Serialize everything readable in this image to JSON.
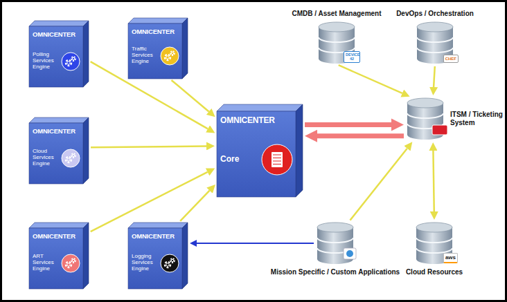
{
  "diagram": {
    "nodes": [
      {
        "text": [
          "OMNICENTER",
          "Polling Services Engine"
        ]
      },
      {
        "text": [
          "OMNICENTER",
          "Traffic Services Engine"
        ]
      },
      {
        "text": [
          "CMDB / Asset Management",
          "DEVICE 42"
        ]
      },
      {
        "text": [
          "DevOps / Orchestration",
          "CHEF"
        ]
      },
      {
        "text": [
          "OMNICENTER",
          "Cloud Services Engine"
        ]
      },
      {
        "text": [
          "OMNICENTER",
          "Core"
        ]
      },
      {
        "text": [
          "ITSM / Ticketing System"
        ]
      },
      {
        "text": [
          "OMNICENTER",
          "ART Services Engine"
        ]
      },
      {
        "text": [
          "OMNICENTER",
          "Logging Services Engine"
        ]
      },
      {
        "text": [
          "Mission Specific / Custom Applications"
        ]
      },
      {
        "text": [
          "Cloud Resources",
          "aws"
        ]
      }
    ],
    "edges": [
      {
        "from": 0,
        "to": 5,
        "arrow": "to"
      },
      {
        "from": 1,
        "to": 5,
        "arrow": "to"
      },
      {
        "from": 4,
        "to": 5,
        "arrow": "to"
      },
      {
        "from": 7,
        "to": 5,
        "arrow": "to"
      },
      {
        "from": 8,
        "to": 5,
        "arrow": "to"
      },
      {
        "from": 2,
        "to": 6,
        "arrow": "to"
      },
      {
        "from": 3,
        "to": 6,
        "arrow": "to"
      },
      {
        "from": 9,
        "to": 6,
        "arrow": "to"
      },
      {
        "from": 10,
        "to": 6,
        "arrow": "both"
      },
      {
        "from": 5,
        "to": 6,
        "arrow": "to"
      },
      {
        "from": 6,
        "to": 5,
        "arrow": "to"
      },
      {
        "from": 9,
        "to": 8,
        "arrow": "to"
      }
    ]
  }
}
